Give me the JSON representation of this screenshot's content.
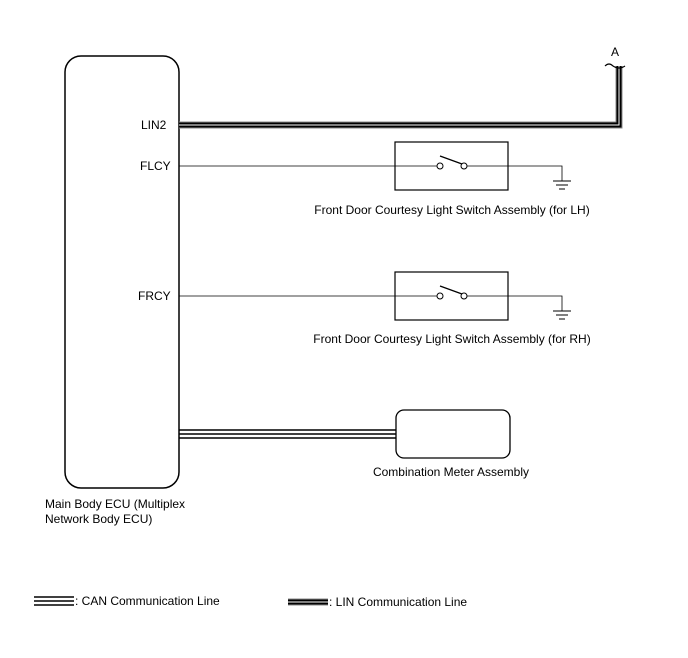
{
  "ecu": {
    "line1": "Main Body ECU (Multiplex",
    "line2": "Network Body ECU)"
  },
  "pins": {
    "lin2": "LIN2",
    "flcy": "FLCY",
    "frcy": "FRCY"
  },
  "connector": "A",
  "components": {
    "lh_switch": "Front Door Courtesy Light Switch Assembly (for LH)",
    "rh_switch": "Front Door Courtesy Light Switch Assembly (for RH)",
    "meter": "Combination Meter Assembly"
  },
  "legend": {
    "can": ": CAN Communication Line",
    "lin": ": LIN Communication Line"
  }
}
